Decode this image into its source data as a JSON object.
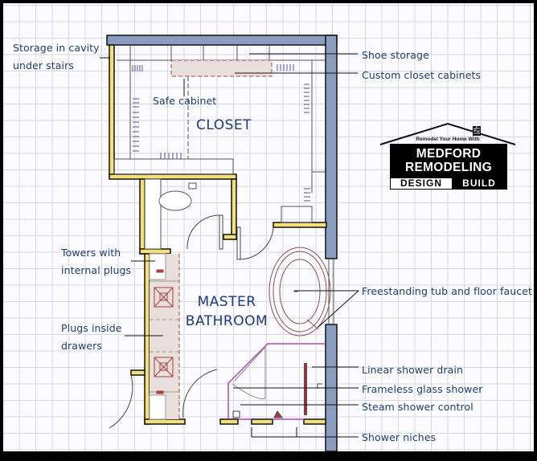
{
  "rooms": {
    "closet": "CLOSET",
    "bathroom_line1": "MASTER",
    "bathroom_line2": "BATHROOM"
  },
  "callouts": {
    "left": [
      {
        "line1": "Storage in cavity",
        "line2": "under stairs"
      },
      {
        "line1": "Towers with",
        "line2": "internal plugs"
      },
      {
        "line1": "Plugs inside",
        "line2": "drawers"
      }
    ],
    "safe_cabinet": "Safe cabinet",
    "right": [
      "Shoe storage",
      "Custom closet cabinets",
      "Freestanding tub and floor faucet",
      "Linear shower drain",
      "Frameless glass shower",
      "Steam shower control",
      "Shower niches"
    ]
  },
  "logo": {
    "tagline": "Remodel Your Home With",
    "name_line1": "MEDFORD",
    "name_line2": "REMODELING",
    "design": "DESIGN",
    "build": "BUILD"
  },
  "colors": {
    "grid": "#d6d7e6",
    "exterior_wall": "#8a9cc0",
    "interior_wall": "#f3e07a",
    "label_text": "#1d3f6e",
    "cabinet_fill": "#e8dedc",
    "cabinet_line": "#a8403e",
    "glass": "#b04ab4"
  }
}
